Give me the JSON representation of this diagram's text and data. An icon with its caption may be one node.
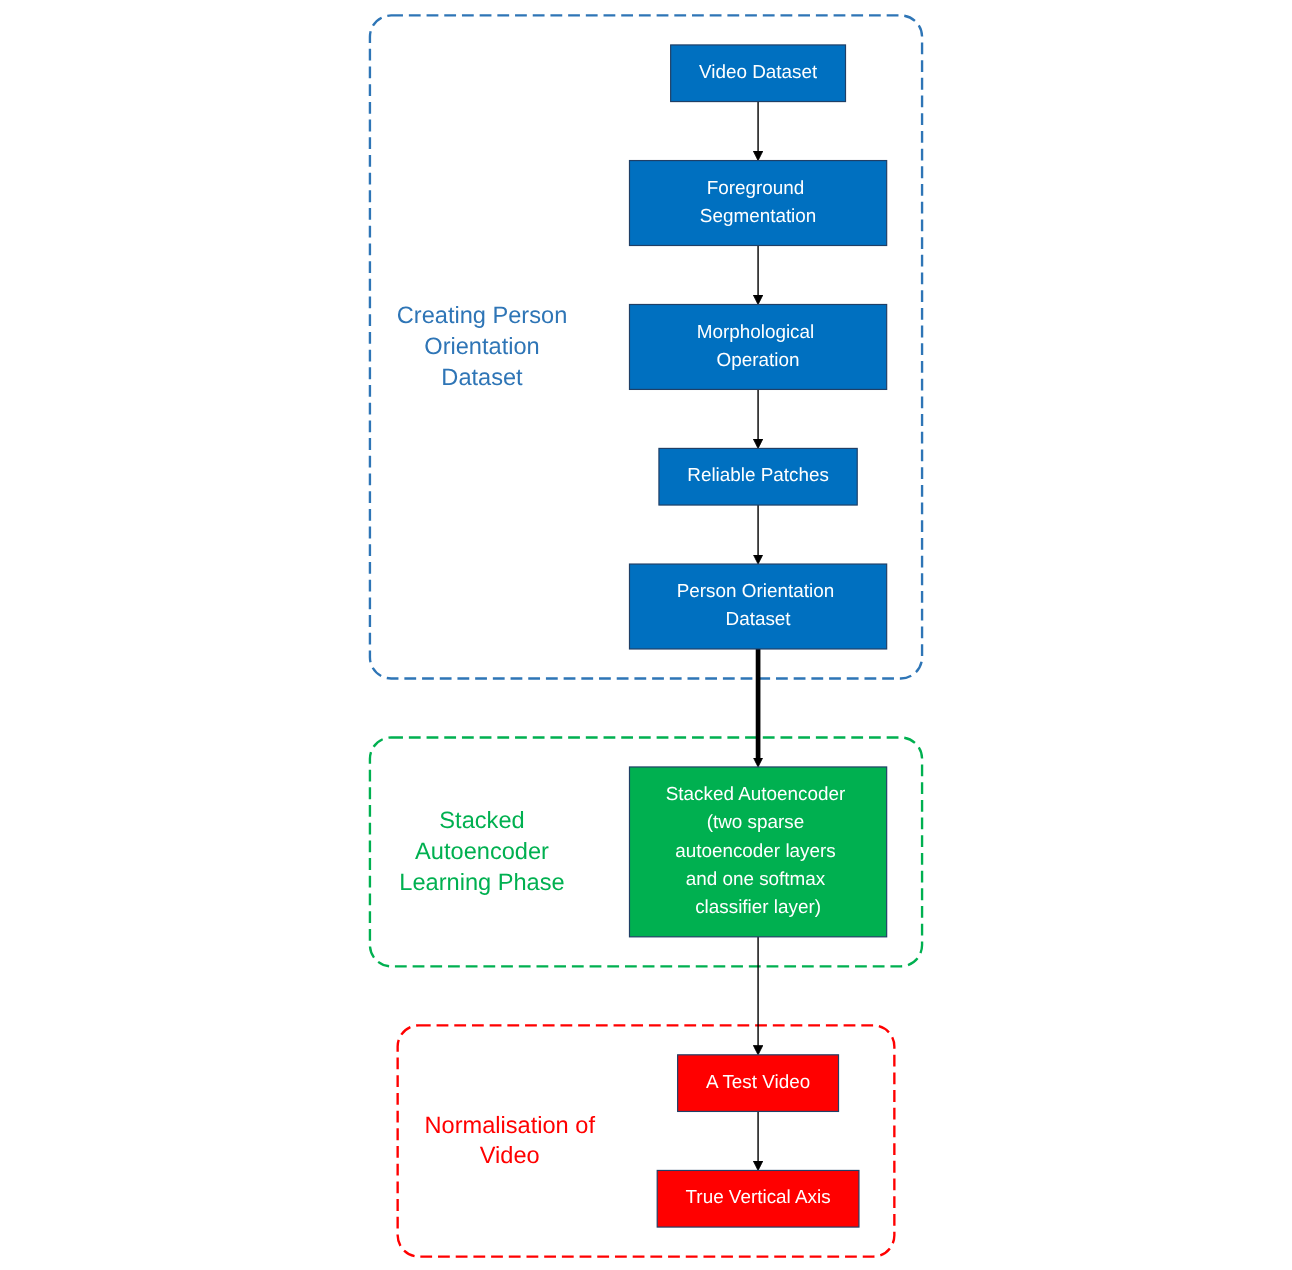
{
  "diagram": {
    "nodes": [
      {
        "text": [
          "Creating Person Orientation Dataset"
        ]
      },
      {
        "text": [
          "Video Dataset"
        ],
        "in": 0
      },
      {
        "text": [
          "Foreground Segmentation"
        ],
        "in": 0
      },
      {
        "text": [
          "Morphological Operation"
        ],
        "in": 0
      },
      {
        "text": [
          "Reliable Patches"
        ],
        "in": 0
      },
      {
        "text": [
          "Person Orientation Dataset"
        ],
        "in": 0
      },
      {
        "text": [
          "Stacked Autoencoder Learning Phase"
        ]
      },
      {
        "text": [
          "Stacked Autoencoder (two sparse autoencoder layers and one softmax classifier layer)"
        ],
        "in": 6
      },
      {
        "text": [
          "Normalisation of Video"
        ]
      },
      {
        "text": [
          "A Test Video"
        ],
        "in": 8
      },
      {
        "text": [
          "True Vertical Axis"
        ],
        "in": 8
      }
    ],
    "edges": [
      {
        "from": 1,
        "to": 2,
        "arrow": "to"
      },
      {
        "from": 2,
        "to": 3,
        "arrow": "to"
      },
      {
        "from": 3,
        "to": 4,
        "arrow": "to"
      },
      {
        "from": 4,
        "to": 5,
        "arrow": "to"
      },
      {
        "from": 5,
        "to": 7,
        "arrow": "to",
        "style": "thick"
      },
      {
        "from": 7,
        "to": 9,
        "arrow": "to"
      },
      {
        "from": 9,
        "to": 10,
        "arrow": "to"
      }
    ]
  }
}
